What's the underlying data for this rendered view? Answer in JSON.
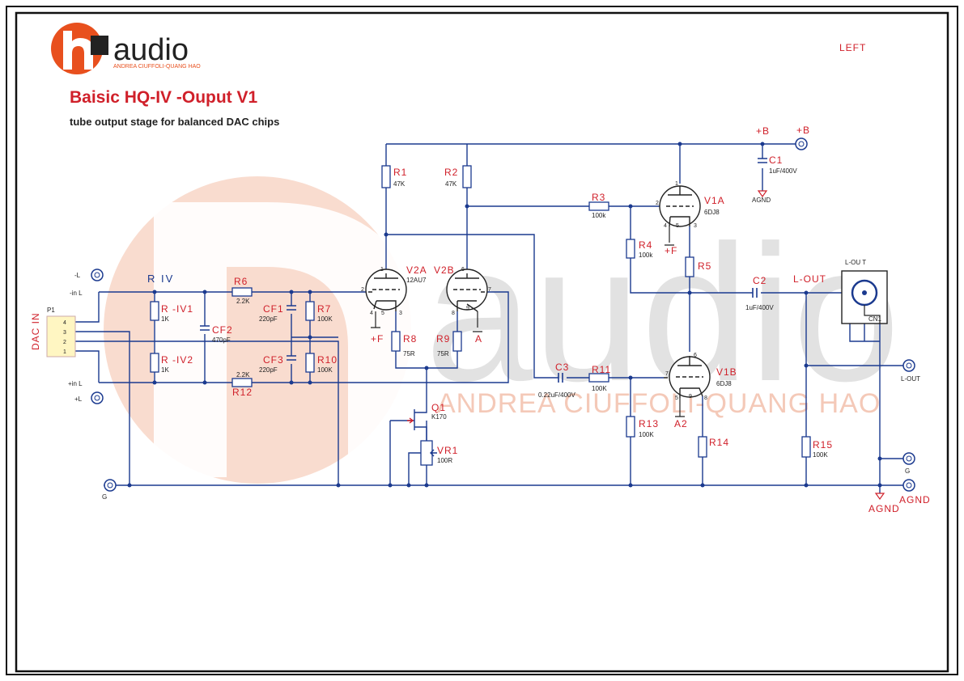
{
  "brand": {
    "logo_text": "audio",
    "logo_mark": "hq",
    "tagline": "ANDREA CIUFFOLI-QUANG HAO"
  },
  "header": {
    "title": "Baisic HQ-IV -Ouput V1",
    "subtitle": "tube output stage for balanced DAC chips",
    "channel": "LEFT"
  },
  "watermark": {
    "text": "audio",
    "tagline": "ANDREA CIUFFOLI-QUANG HAO"
  },
  "colors": {
    "brand_orange": "#e8501e",
    "label_red": "#d0202a",
    "wire_blue": "#1b3a8f",
    "watermark_peach": "#f9dccf",
    "watermark_grey": "#dcdcdc"
  },
  "connectors": {
    "p1": {
      "ref": "P1",
      "name": "DAC IN",
      "pins": [
        "4",
        "3",
        "2",
        "1"
      ]
    },
    "minus_l": "-L",
    "in_l_minus": "-in L",
    "in_l_plus": "+in L",
    "plus_l": "+L",
    "g_left": "G",
    "plus_b_label": "+B",
    "plus_b_node": "+B",
    "l_out_net": "L-OUT",
    "l_out_jack": "L-OUT",
    "l_out_box": "L-OU T",
    "cn1": "CN1",
    "g_right": "G",
    "agnd_right": "AGND",
    "agnd_ground": "AGND",
    "agnd_c1": "AGND"
  },
  "blocks": {
    "riv": "R IV"
  },
  "components": {
    "riv1": {
      "ref": "R -IV1",
      "value": "1K"
    },
    "riv2": {
      "ref": "R -IV2",
      "value": "1K"
    },
    "cf2": {
      "ref": "CF2",
      "value": "470pF"
    },
    "r6": {
      "ref": "R6",
      "value": "2.2K"
    },
    "r12": {
      "ref": "R12",
      "value": "2.2K"
    },
    "cf1": {
      "ref": "CF1",
      "value": "220pF"
    },
    "cf3": {
      "ref": "CF3",
      "value": "220pF"
    },
    "r7": {
      "ref": "R7",
      "value": "100K"
    },
    "r10": {
      "ref": "R10",
      "value": "100K"
    },
    "r1": {
      "ref": "R1",
      "value": "47K"
    },
    "r2": {
      "ref": "R2",
      "value": "47K"
    },
    "v2a": {
      "ref": "V2A",
      "value": "12AU7"
    },
    "v2b": {
      "ref": "V2B"
    },
    "r8": {
      "ref": "R8",
      "value": "75R"
    },
    "r9": {
      "ref": "R9",
      "value": "75R"
    },
    "q1": {
      "ref": "Q1",
      "value": "K170"
    },
    "vr1": {
      "ref": "VR1",
      "value": "100R"
    },
    "r3": {
      "ref": "R3",
      "value": "100k"
    },
    "r4": {
      "ref": "R4",
      "value": "100k"
    },
    "r5": {
      "ref": "R5"
    },
    "v1a": {
      "ref": "V1A",
      "value": "6DJ8"
    },
    "v1b": {
      "ref": "V1B",
      "value": "6DJ8"
    },
    "c1": {
      "ref": "C1",
      "value": "1uF/400V"
    },
    "c2": {
      "ref": "C2",
      "value": "1uF/400V"
    },
    "c3": {
      "ref": "C3",
      "value": "0.22uF/400V"
    },
    "r11": {
      "ref": "R11",
      "value": "100K"
    },
    "r13": {
      "ref": "R13",
      "value": "100K"
    },
    "r14": {
      "ref": "R14"
    },
    "r15": {
      "ref": "R15",
      "value": "100K"
    }
  },
  "pins": {
    "v2a": [
      "1",
      "2",
      "3",
      "4",
      "5"
    ],
    "v2b": [
      "6",
      "7",
      "8",
      "9"
    ],
    "v1a": [
      "1",
      "2",
      "3",
      "4",
      "5"
    ],
    "v1b": [
      "6",
      "7",
      "8",
      "5",
      "9"
    ]
  },
  "supply_labels": {
    "plus_f_1": "+F",
    "a_1": "A",
    "plus_f_2": "+F",
    "a2": "A2"
  }
}
